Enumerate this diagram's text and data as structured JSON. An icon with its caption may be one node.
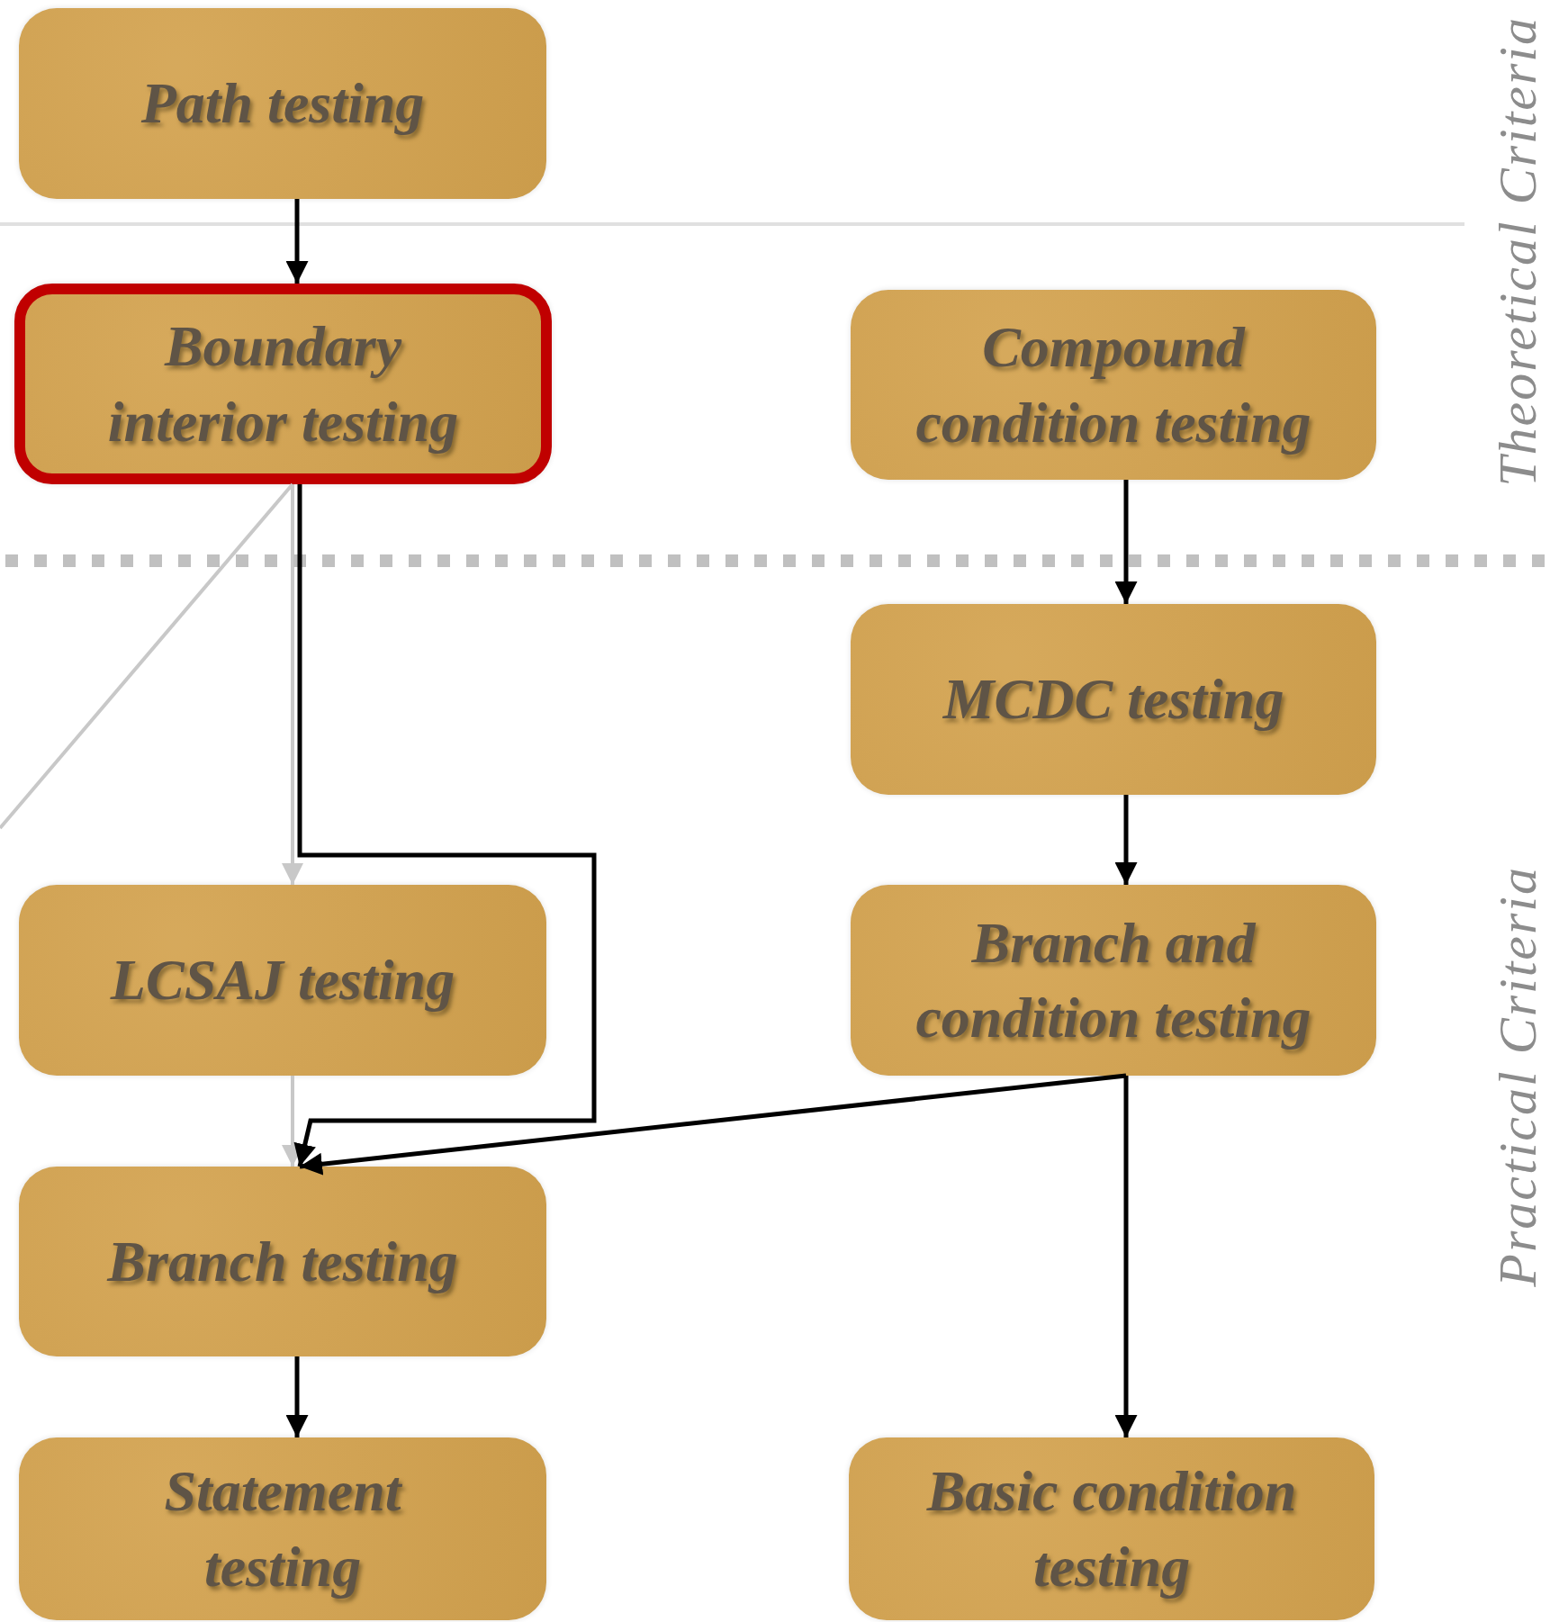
{
  "diagram": {
    "nodes": [
      {
        "text": [
          "Path testing"
        ]
      },
      {
        "text": [
          "Boundary interior testing"
        ]
      },
      {
        "text": [
          "Compound condition testing"
        ]
      },
      {
        "text": [
          "MCDC testing"
        ]
      },
      {
        "text": [
          "LCSAJ testing"
        ]
      },
      {
        "text": [
          "Branch and condition testing"
        ]
      },
      {
        "text": [
          "Branch testing"
        ]
      },
      {
        "text": [
          "Statement testing"
        ]
      },
      {
        "text": [
          "Basic condition testing"
        ]
      }
    ],
    "edges": [
      {
        "from": 0,
        "to": 1,
        "arrow": "to"
      },
      {
        "from": 1,
        "to": 6,
        "arrow": "to"
      },
      {
        "from": 1,
        "to": 4,
        "arrow": "to",
        "color": "#c8c8c8"
      },
      {
        "from": 1,
        "to": null,
        "arrow": "none",
        "color": "#c8c8c8"
      },
      {
        "from": 4,
        "to": 6,
        "arrow": "to",
        "color": "#c8c8c8"
      },
      {
        "from": 2,
        "to": 3,
        "arrow": "to"
      },
      {
        "from": 3,
        "to": 5,
        "arrow": "to"
      },
      {
        "from": 5,
        "to": 6,
        "arrow": "to"
      },
      {
        "from": 5,
        "to": 8,
        "arrow": "to"
      },
      {
        "from": 6,
        "to": 7,
        "arrow": "to"
      }
    ],
    "labels": [
      "Theoretical Criteria",
      "Practical Criteria"
    ]
  }
}
